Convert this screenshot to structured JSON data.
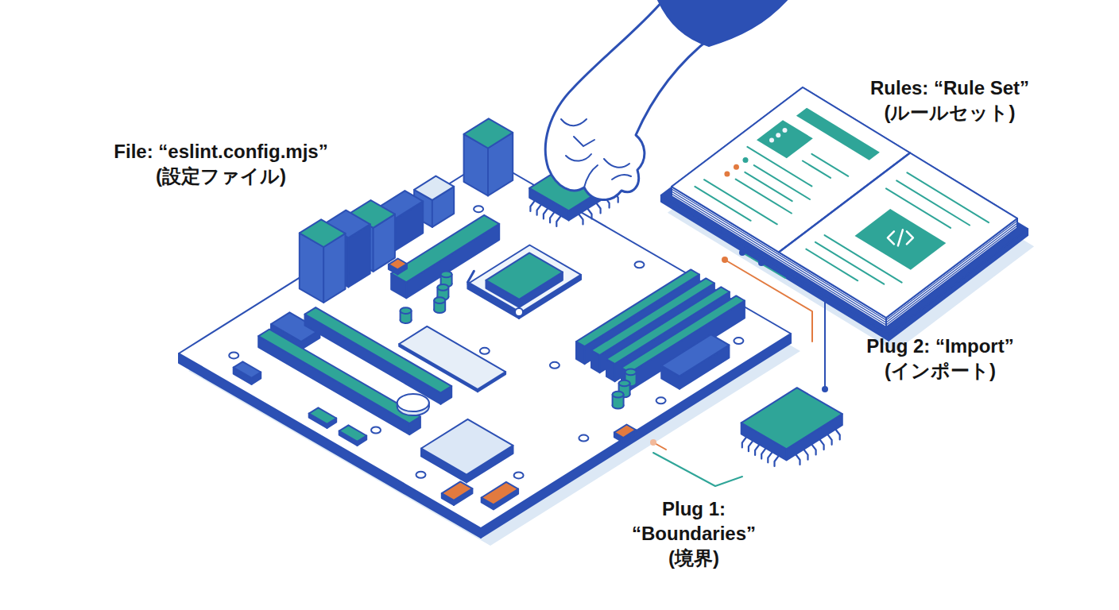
{
  "diagram": {
    "labels": [
      "Rules: “Rule Set” (ルールセット)",
      "File: “eslint.config.mjs” (設定ファイル)",
      "Plug 2: “Import” (インポート)",
      "Plug 1: “Boundaries” (境界)"
    ]
  }
}
